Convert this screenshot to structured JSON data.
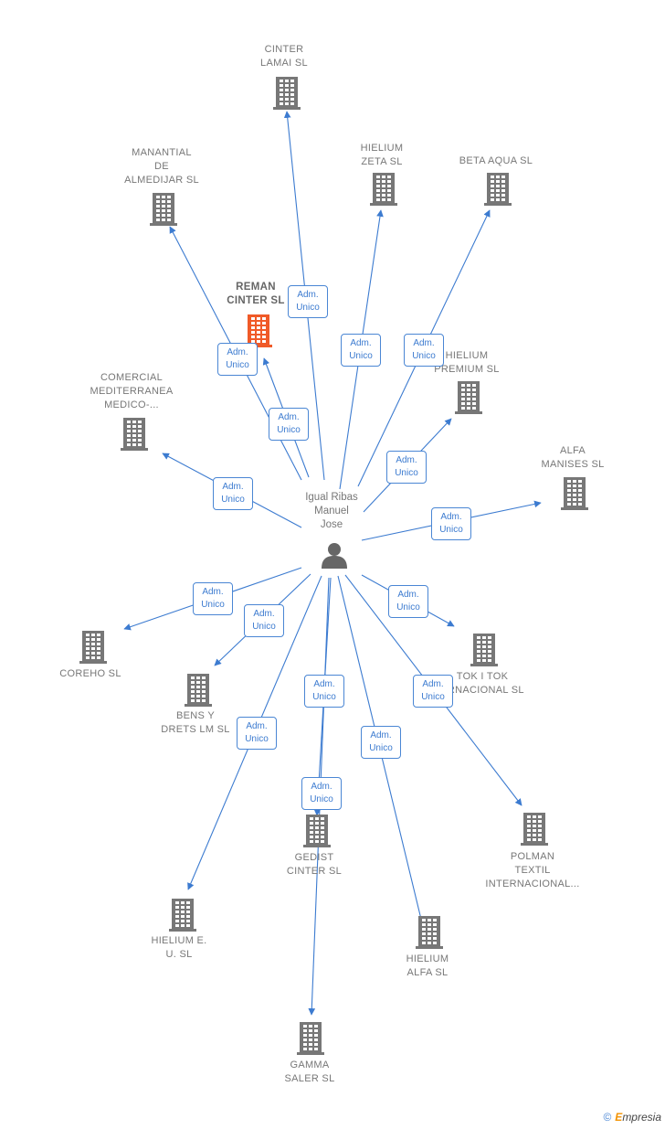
{
  "person": {
    "name_lines": [
      "Igual Ribas",
      "Manuel",
      "Jose"
    ]
  },
  "role_label": [
    "Adm.",
    "Unico"
  ],
  "companies": [
    {
      "id": "cinter-lamai",
      "label": "CINTER\nLAMAI  SL",
      "highlight": false
    },
    {
      "id": "manantial",
      "label": "MANANTIAL\nDE\nALMEDIJAR  SL",
      "highlight": false
    },
    {
      "id": "hielium-zeta",
      "label": "HIELIUM\nZETA  SL",
      "highlight": false
    },
    {
      "id": "beta-aqua",
      "label": "BETA AQUA  SL",
      "highlight": false
    },
    {
      "id": "reman-cinter",
      "label": "REMAN\nCINTER  SL",
      "highlight": true
    },
    {
      "id": "hielium-premium",
      "label": "HIELIUM\nPREMIUM  SL",
      "highlight": false
    },
    {
      "id": "comercial-mediterranea",
      "label": "COMERCIAL\nMEDITERRANEA\nMEDICO-...",
      "highlight": false
    },
    {
      "id": "alfa-manises",
      "label": "ALFA\nMANISES  SL",
      "highlight": false
    },
    {
      "id": "coreho",
      "label": "COREHO  SL",
      "highlight": false
    },
    {
      "id": "tok-i-tok",
      "label": "TOK I TOK\nERNACIONAL SL",
      "highlight": false
    },
    {
      "id": "bens-y-drets",
      "label": "BENS Y\nDRETS LM  SL",
      "highlight": false
    },
    {
      "id": "gedist-cinter",
      "label": "GEDIST\nCINTER  SL",
      "highlight": false
    },
    {
      "id": "polman-textil",
      "label": "POLMAN\nTEXTIL\nINTERNACIONAL...",
      "highlight": false
    },
    {
      "id": "hielium-eu",
      "label": "HIELIUM E.\nU.  SL",
      "highlight": false
    },
    {
      "id": "hielium-alfa",
      "label": "HIELIUM\nALFA  SL",
      "highlight": false
    },
    {
      "id": "gamma-saler",
      "label": "GAMMA\nSALER  SL",
      "highlight": false
    }
  ],
  "colors": {
    "edge": "#3c7bd0",
    "building": "#777777",
    "highlight": "#f05a28",
    "person": "#666666"
  },
  "brand": {
    "copyright": "©",
    "first_letter": "E",
    "rest": "mpresia"
  }
}
